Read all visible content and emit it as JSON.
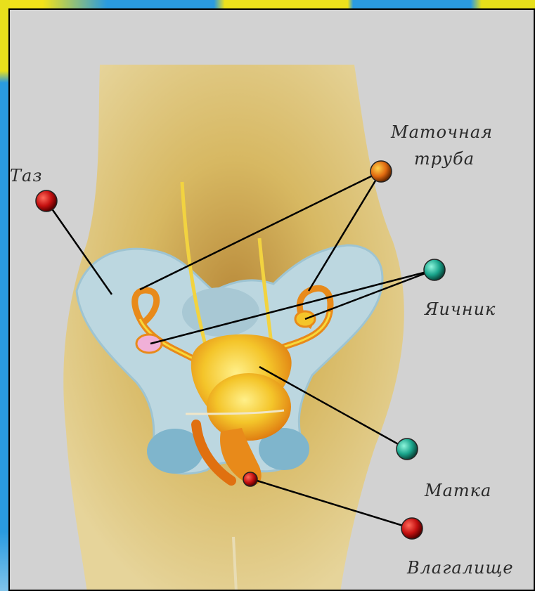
{
  "labels": {
    "pelvis": "Таз",
    "tube_line1": "Маточная",
    "tube_line2": "труба",
    "ovary": "Яичник",
    "uterus": "Матка",
    "vagina": "Влагалище"
  },
  "colors": {
    "background": "#d2d2d2",
    "body": "#e3cf7c",
    "bone": "#bcd7e0",
    "organ_orange": "#e88a1a",
    "organ_yellow": "#f7d93a",
    "pin_red": "#c41010",
    "pin_teal": "#1aa58c",
    "pin_orange": "#e06a10",
    "line": "#000000"
  }
}
